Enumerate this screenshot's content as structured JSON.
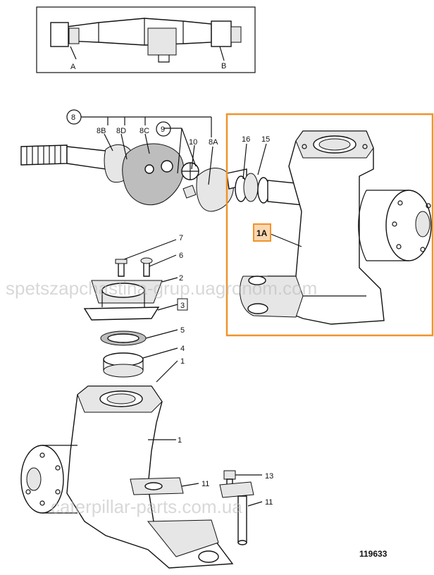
{
  "overview": {
    "label_a": "A",
    "label_b": "B"
  },
  "callouts": {
    "c8": "8",
    "c8b": "8B",
    "c8d": "8D",
    "c8c": "8C",
    "c9": "9",
    "c10": "10",
    "c8a": "8A",
    "c16": "16",
    "c15": "15",
    "c1a": "1A",
    "c7": "7",
    "c6": "6",
    "c2": "2",
    "c3": "3",
    "c5": "5",
    "c4": "4",
    "c1_top": "1",
    "c1_mid": "1",
    "c13": "13",
    "c11_left": "11",
    "c11_right": "11"
  },
  "drawing_number": "119633",
  "watermarks": {
    "top": "spetszapchastina-grup.uagronom.com",
    "bottom": "caterpillar-parts.com.ua"
  },
  "colors": {
    "highlight": "#f0932b",
    "line": "#111111"
  }
}
